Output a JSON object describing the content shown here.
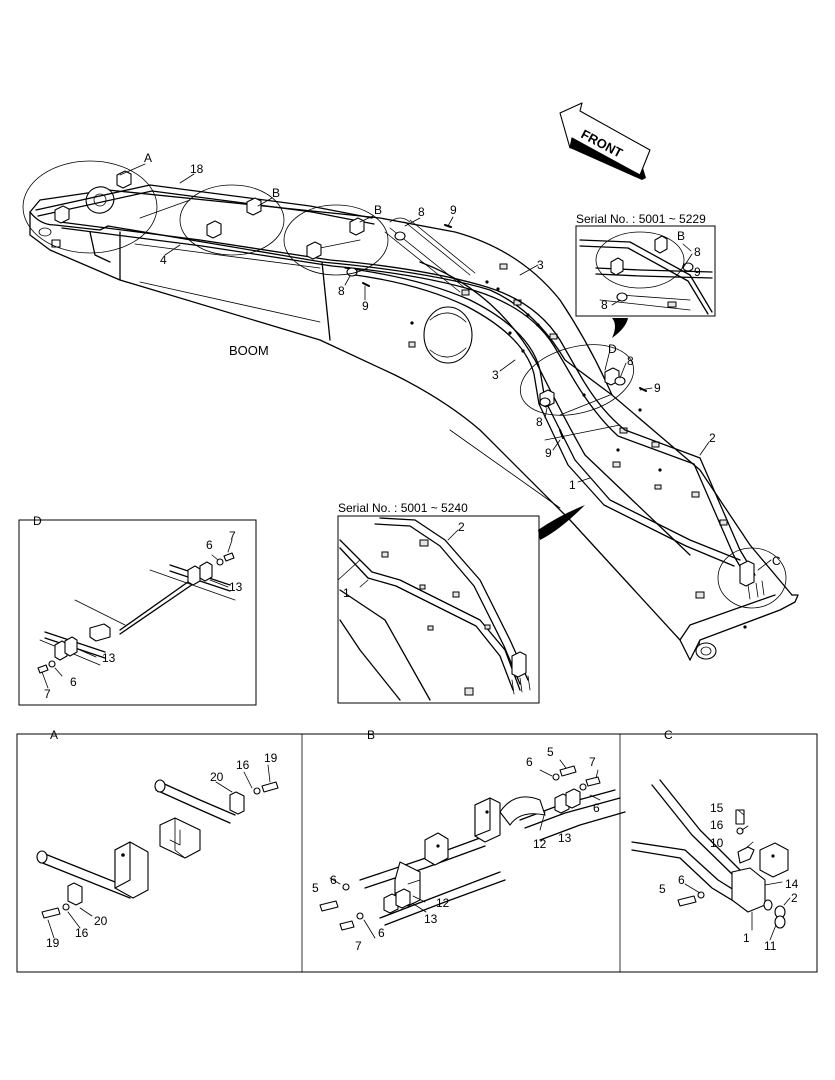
{
  "boom_label": "BOOM",
  "front_label": "FRONT",
  "serial_a": "Serial No. : 5001 ~ 5229",
  "serial_b": "Serial No.  : 5001 ~ 5240",
  "detail_letters": {
    "a": "A",
    "b": "B",
    "c": "C",
    "d": "D"
  },
  "callouts": {
    "one": "1",
    "two": "2",
    "three": "3",
    "four": "4",
    "five": "5",
    "six": "6",
    "seven": "7",
    "eight": "8",
    "nine": "9",
    "ten": "10",
    "eleven": "11",
    "twelve": "12",
    "thirteen": "13",
    "fourteen": "14",
    "fifteen": "15",
    "sixteen": "16",
    "eighteen": "18",
    "nineteen": "19",
    "twenty": "20"
  }
}
